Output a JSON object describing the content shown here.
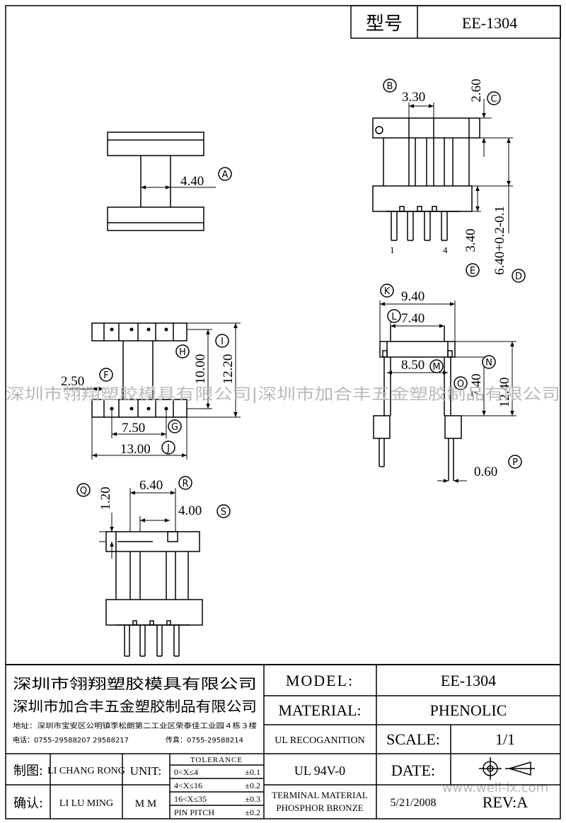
{
  "title_block_top": {
    "label": "型号",
    "model": "EE-1304"
  },
  "dimensions": {
    "A": "4.40",
    "B": "3.30",
    "C": "2.60",
    "D": "6.40+0.2-0.1",
    "E": "3.40",
    "F": "2.50",
    "G": "7.50",
    "H": "10.00",
    "I": "12.20",
    "J": "13.00",
    "K": "9.40",
    "L": "7.40",
    "M": "8.50",
    "N": "12.40",
    "O": "7.40",
    "P": "0.60",
    "Q": "1.20",
    "R": "6.40",
    "S": "4.00"
  },
  "pins": {
    "first": "1",
    "last": "4"
  },
  "watermark": {
    "text": "深圳市翎翔塑胶模具有限公司|深圳市加合丰五金塑胶制品有限公司",
    "site": "www.well-ix.com"
  },
  "company": {
    "name1": "深圳市翎翔塑胶模具有限公司",
    "name2": "深圳市加合丰五金塑胶制品有限公司",
    "address": "地址：深圳市宝安区公明镇李松朗第二工业区荣泰佳工业园４栋３楼",
    "phone": "电话：0755-29588207 29588217",
    "fax": "传真：0755-29588214"
  },
  "title_block": {
    "model_label": "MODEL:",
    "model_value": "EE-1304",
    "material_label": "MATERIAL:",
    "material_value": "PHENOLIC",
    "ul_label": "UL RECOGANITION",
    "scale_label": "SCALE:",
    "scale_value": "1/1",
    "ul_value": "UL 94V-0",
    "date_label": "DATE:",
    "terminal_label": "TERMINAL MATERIAL",
    "terminal_value": "PHOSPHOR  BRONZE",
    "date_value": "5/21/2008",
    "rev": "REV:A",
    "drawn_label": "制图:",
    "drawn_by": "LI CHANG RONG",
    "confirm_label": "确认:",
    "confirm_by": "LI LU MING",
    "unit_label": "UNIT:",
    "unit_value": "M M",
    "tolerance_title": "TOLERANCE",
    "tolerances": [
      {
        "range": "0<X≤4",
        "tol": "±0.1"
      },
      {
        "range": "4<X≤16",
        "tol": "±0.2"
      },
      {
        "range": "16<X≤35",
        "tol": "±0.3"
      },
      {
        "range": "PIN PITCH",
        "tol": "±0.2"
      }
    ]
  }
}
